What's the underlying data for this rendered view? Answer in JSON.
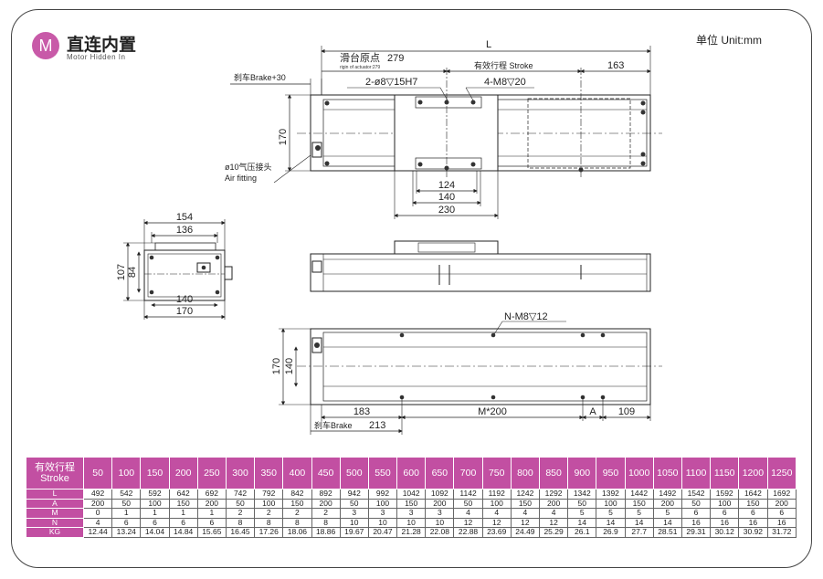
{
  "header": {
    "logo_letter": "M",
    "title": "直连内置",
    "subtitle": "Motor Hidden In",
    "unit": "单位 Unit:mm"
  },
  "drawing": {
    "L": "L",
    "origin_cn": "滑台原点",
    "origin_val": "279",
    "origin_en": "rigin of actuator:279",
    "stroke_label": "有效行程 Stroke",
    "d163": "163",
    "brake30": "刹车Brake+30",
    "hole1": "2-ø8▽15H7",
    "hole2": "4-M8▽20",
    "d170a": "170",
    "air_cn": "ø10气压接头",
    "air_en": "Air fitting",
    "d124": "124",
    "d140a": "140",
    "d230": "230",
    "d154": "154",
    "d136": "136",
    "d107": "107",
    "d84": "84",
    "d140b": "140",
    "d170b": "170",
    "nhole": "N-M8▽12",
    "d170c": "170",
    "d140c": "140",
    "d183": "183",
    "m200": "M*200",
    "dA": "A",
    "d109": "109",
    "brake213_cn": "刹车Brake",
    "brake213_val": "213"
  },
  "table": {
    "head_cn": "有效行程",
    "head_en": "Stroke",
    "strokes": [
      "50",
      "100",
      "150",
      "200",
      "250",
      "300",
      "350",
      "400",
      "450",
      "500",
      "550",
      "600",
      "650",
      "700",
      "750",
      "800",
      "850",
      "900",
      "950",
      "1000",
      "1050",
      "1100",
      "1150",
      "1200",
      "1250"
    ],
    "rows": [
      {
        "label": "L",
        "values": [
          "492",
          "542",
          "592",
          "642",
          "692",
          "742",
          "792",
          "842",
          "892",
          "942",
          "992",
          "1042",
          "1092",
          "1142",
          "1192",
          "1242",
          "1292",
          "1342",
          "1392",
          "1442",
          "1492",
          "1542",
          "1592",
          "1642",
          "1692"
        ]
      },
      {
        "label": "A",
        "values": [
          "200",
          "50",
          "100",
          "150",
          "200",
          "50",
          "100",
          "150",
          "200",
          "50",
          "100",
          "150",
          "200",
          "50",
          "100",
          "150",
          "200",
          "50",
          "100",
          "150",
          "200",
          "50",
          "100",
          "150",
          "200"
        ]
      },
      {
        "label": "M",
        "values": [
          "0",
          "1",
          "1",
          "1",
          "1",
          "2",
          "2",
          "2",
          "2",
          "3",
          "3",
          "3",
          "3",
          "4",
          "4",
          "4",
          "4",
          "5",
          "5",
          "5",
          "5",
          "6",
          "6",
          "6",
          "6"
        ]
      },
      {
        "label": "N",
        "values": [
          "4",
          "6",
          "6",
          "6",
          "6",
          "8",
          "8",
          "8",
          "8",
          "10",
          "10",
          "10",
          "10",
          "12",
          "12",
          "12",
          "12",
          "14",
          "14",
          "14",
          "14",
          "16",
          "16",
          "16",
          "16"
        ]
      },
      {
        "label": "KG",
        "values": [
          "12.44",
          "13.24",
          "14.04",
          "14.84",
          "15.65",
          "16.45",
          "17.26",
          "18.06",
          "18.86",
          "19.67",
          "20.47",
          "21.28",
          "22.08",
          "22.88",
          "23.69",
          "24.49",
          "25.29",
          "26.1",
          "26.9",
          "27.7",
          "28.51",
          "29.31",
          "30.12",
          "30.92",
          "31.72"
        ]
      }
    ]
  }
}
